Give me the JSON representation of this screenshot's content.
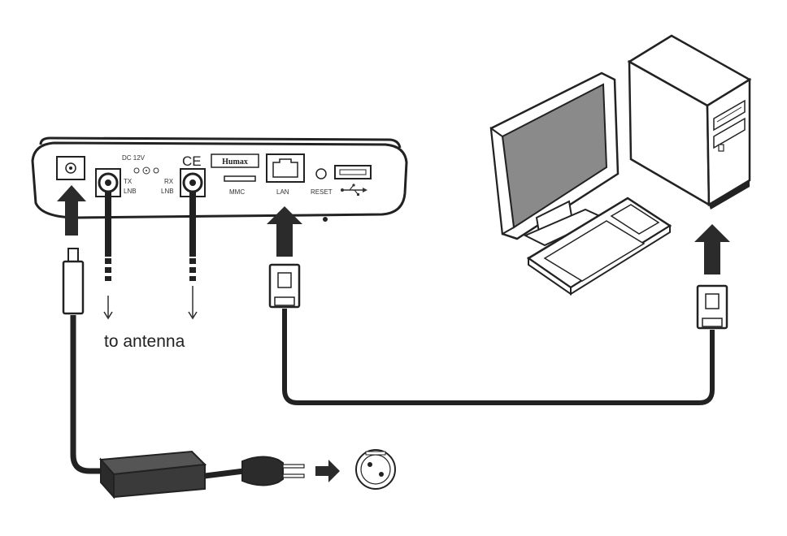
{
  "annotation": {
    "antenna_label": "to antenna"
  },
  "receiver_panel": {
    "power_spec": "DC 12V",
    "ce_mark": "CE",
    "brand_badge": "Humax",
    "port_tx": "TX",
    "port_lnb_1": "LNB",
    "port_rx": "RX",
    "port_lnb_2": "LNB",
    "port_lan": "LAN",
    "port_reset": "RESET",
    "port_mmc": "MMC"
  },
  "colors": {
    "line": "#222222",
    "arrow": "#2b2b2b",
    "screen": "#8a8a8a",
    "adapter": "#3a3a3a",
    "background": "#ffffff"
  }
}
